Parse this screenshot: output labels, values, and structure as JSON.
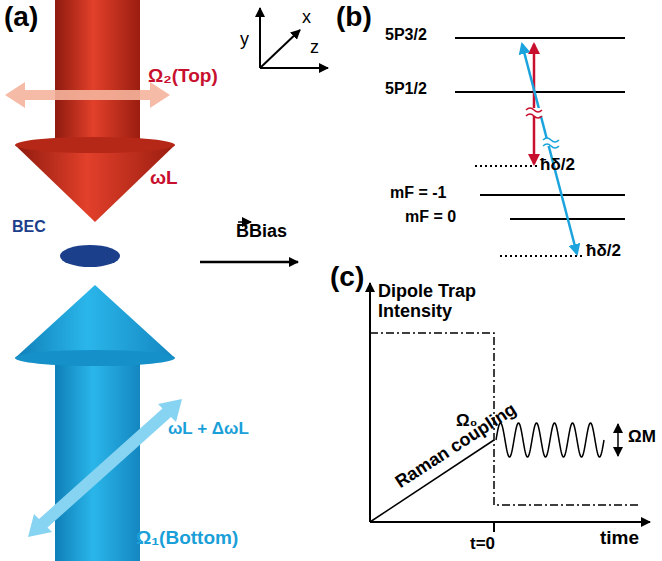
{
  "diagram": {
    "labels": [
      "(a)",
      "y",
      "x",
      "z",
      "Ω₂(Top)",
      "ωL",
      "BEC",
      "BBias",
      "ωL + ΔωL",
      "Ω₁(Bottom)",
      "(b)",
      "5P3/2",
      "5P1/2",
      "ħδ/2",
      "mF = -1",
      "mF = 0",
      "ħδ/2",
      "(c)",
      "Dipole Trap Intensity",
      "Ω₀",
      "Raman coupling",
      "ΩM",
      "t=0",
      "time"
    ]
  }
}
